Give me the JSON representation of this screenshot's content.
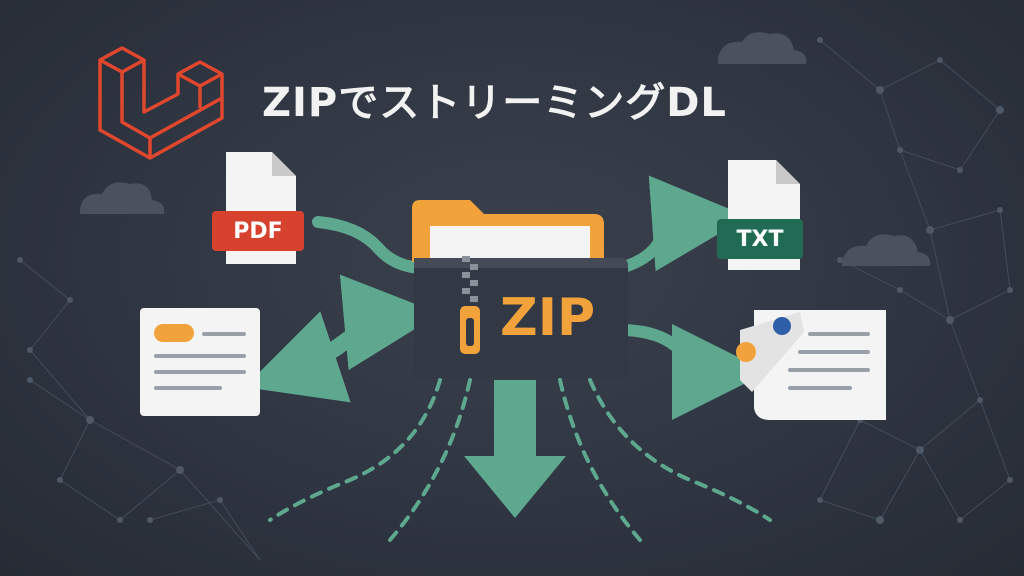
{
  "title": "ZIPでストリーミングDL",
  "files": {
    "pdf_label": "PDF",
    "txt_label": "TXT",
    "zip_label": "ZIP"
  },
  "colors": {
    "background": "#2f3541",
    "laravel_red": "#e0472e",
    "pdf_red": "#d7422f",
    "txt_green": "#216b55",
    "arrow_green": "#5ea88f",
    "folder_orange": "#f2a23a",
    "paper": "#f4f4f4"
  },
  "icons": [
    "laravel-logo-icon",
    "cloud-icon",
    "zipper-icon",
    "network-icon"
  ]
}
